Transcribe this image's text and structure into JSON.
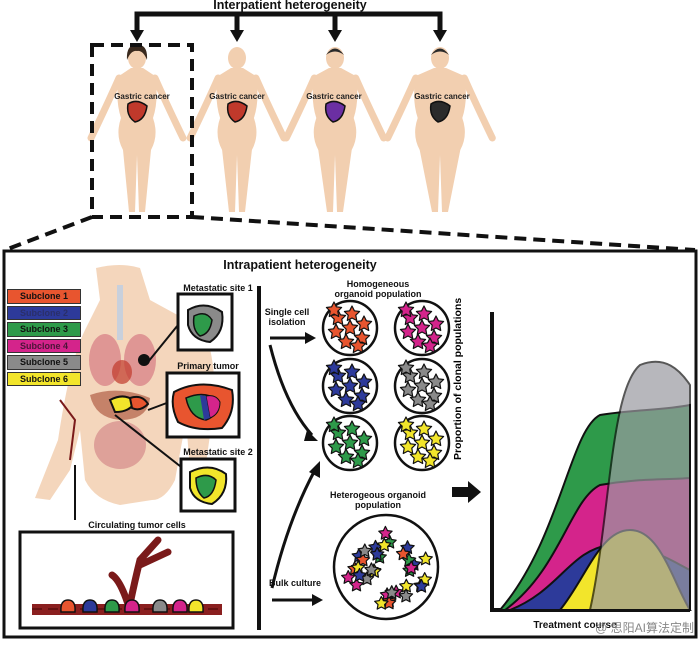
{
  "inter_title": "Interpatient heterogeneity",
  "patient_label": "Gastric cancer",
  "patients": [
    {
      "tumor_color": "#c0392b"
    },
    {
      "tumor_color": "#c0392b"
    },
    {
      "tumor_color": "#6b2fa3"
    },
    {
      "tumor_color": "#2b2b2b"
    }
  ],
  "intra_title": "Intrapatient heterogeneity",
  "subclones": [
    {
      "label": "Subclone 1",
      "color": "#e8552f"
    },
    {
      "label": "Subclone 2",
      "color": "#2d3a9a"
    },
    {
      "label": "Subclone 3",
      "color": "#2e9a4a"
    },
    {
      "label": "Subclone 4",
      "color": "#d4248b"
    },
    {
      "label": "Subclone 5",
      "color": "#8a8a8a"
    },
    {
      "label": "Subclone 6",
      "color": "#f2e52b"
    }
  ],
  "labels": {
    "metastatic_site_1": "Metastatic site 1",
    "primary_tumor": "Primary tumor",
    "metastatic_site_2": "Metastatic site 2",
    "circulating": "Circulating tumor cells",
    "single_cell": "Single cell isolation",
    "homogeneous": "Homogeneous organoid population",
    "heterogeneous": "Heterogeous organoid population",
    "bulk": "Bulk culture",
    "y_axis": "Proportion of clonal populations",
    "x_axis": "Treatment course"
  },
  "watermark": "@ 思阳AI算法定制",
  "colors": {
    "skin": "#f2cfb0",
    "outline": "#111111",
    "vessel": "#7a1a1a"
  }
}
